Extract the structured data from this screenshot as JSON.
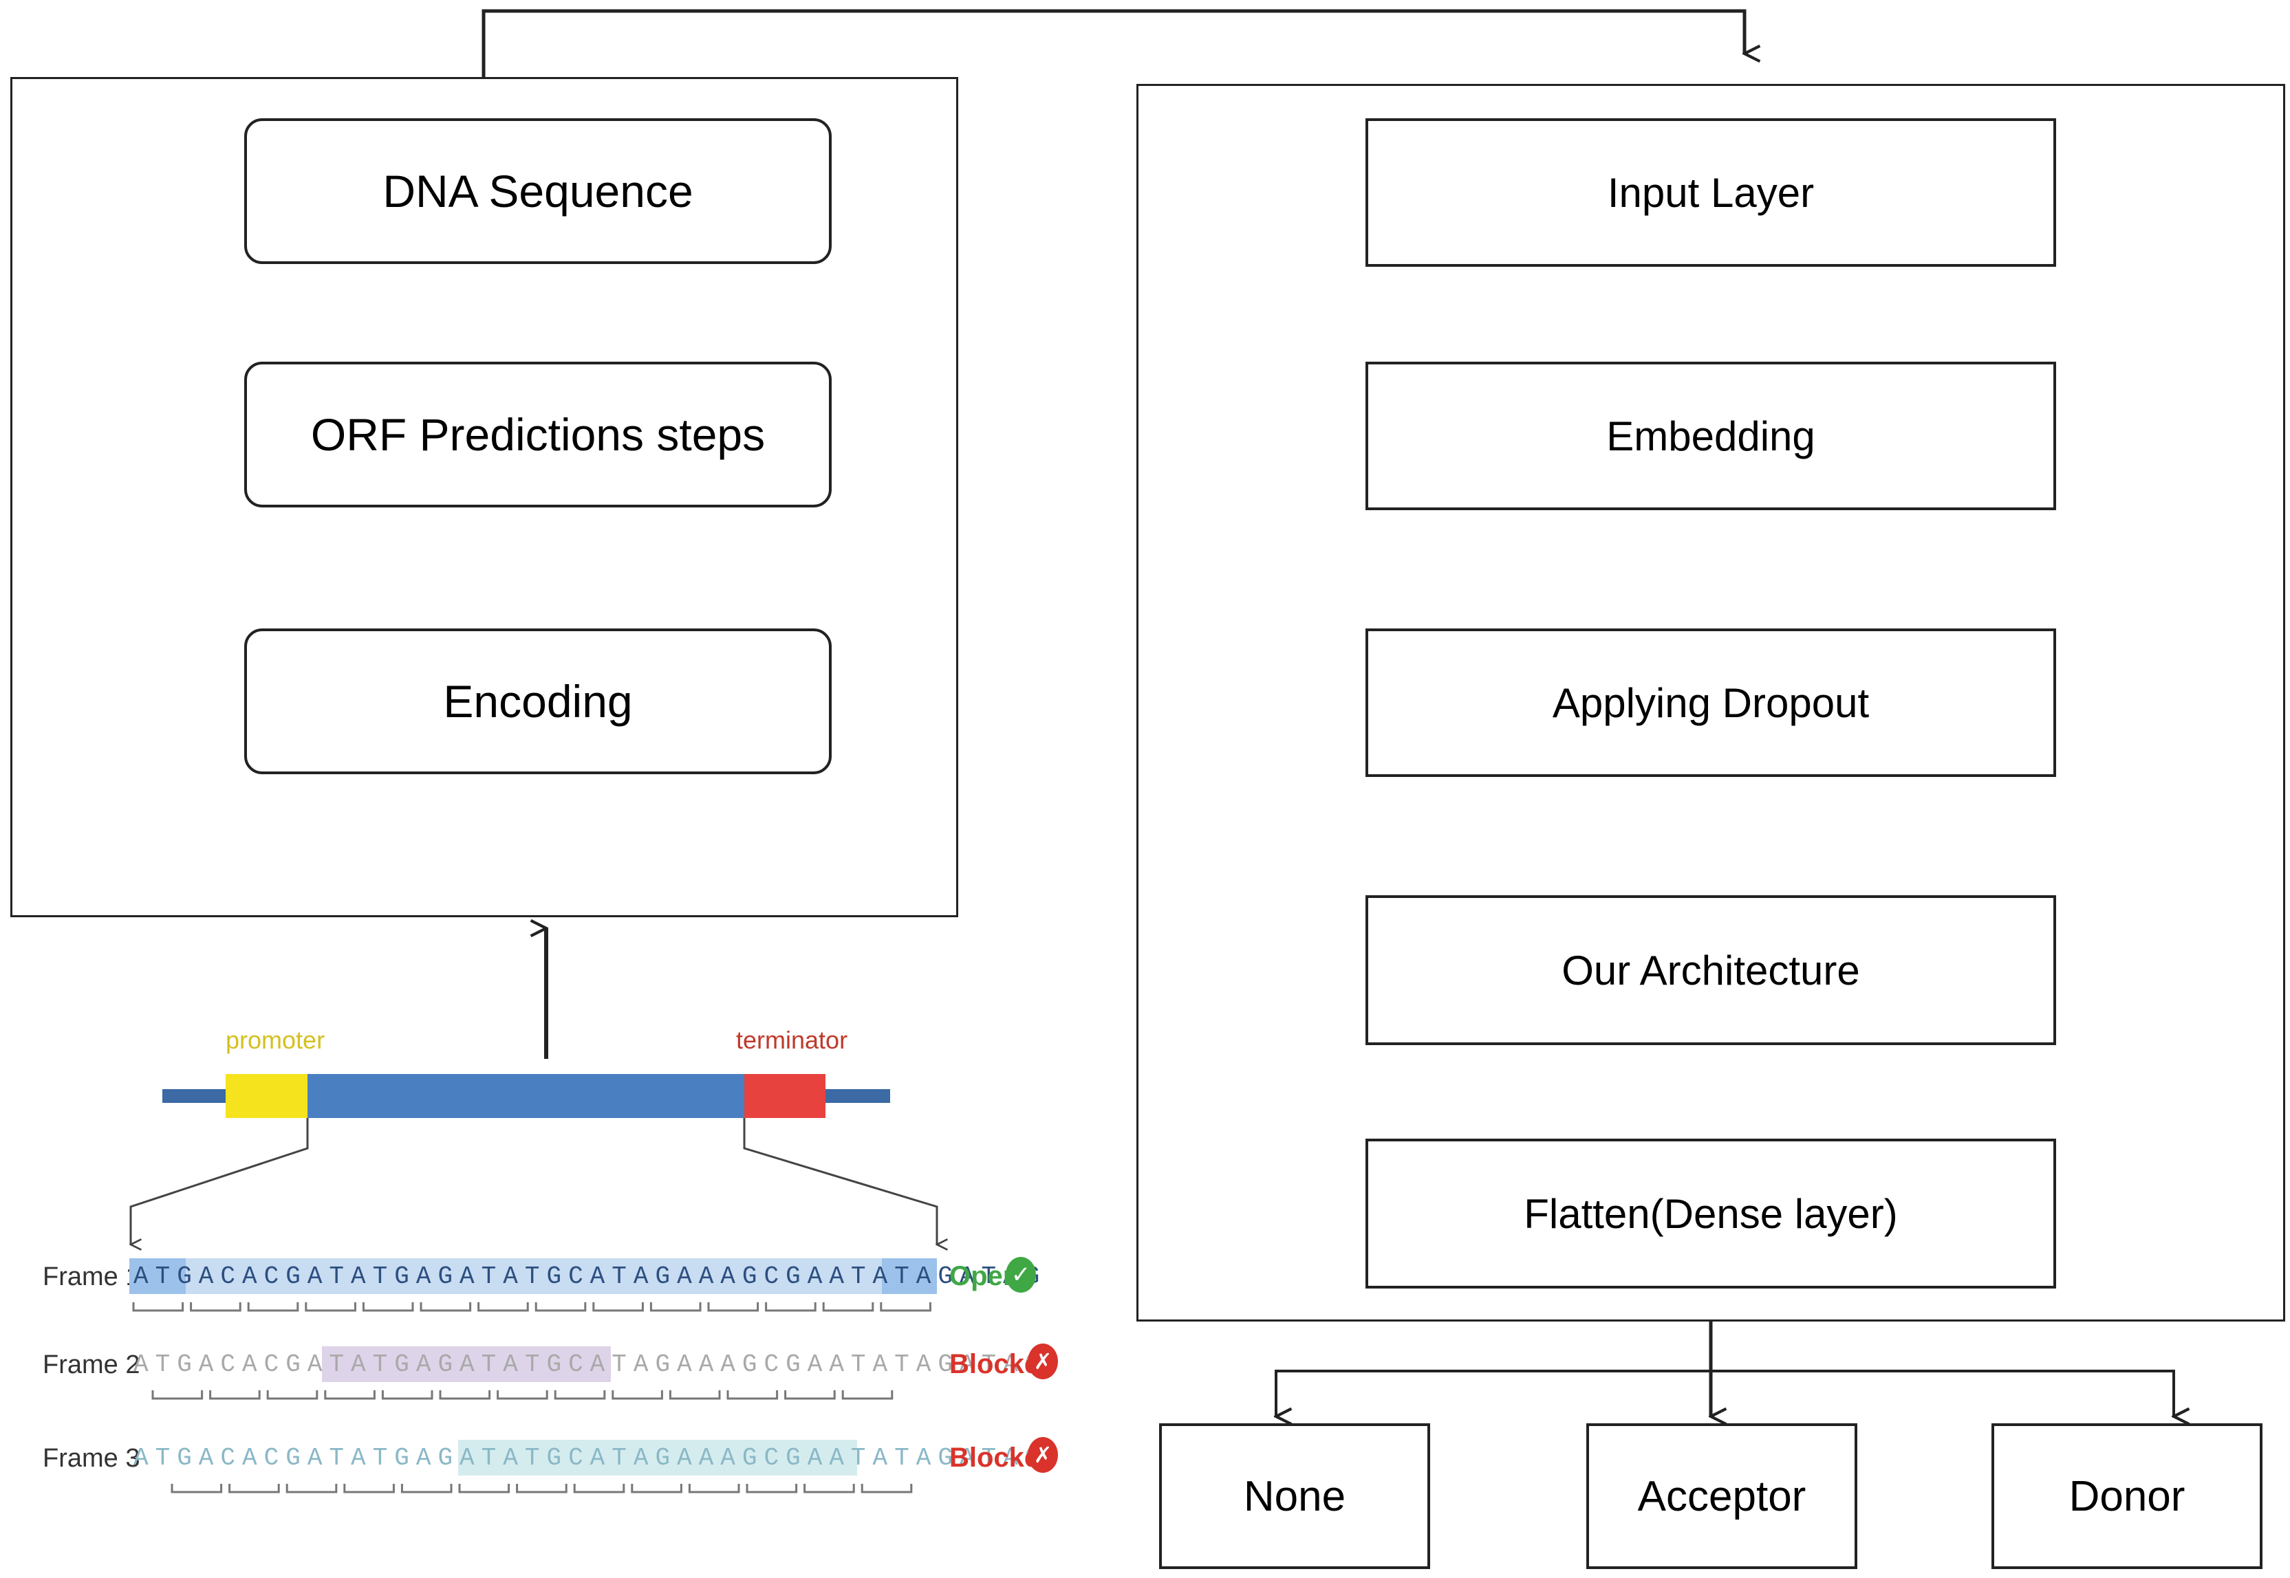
{
  "left_pipeline": {
    "steps": [
      "DNA Sequence",
      "ORF Predictions steps",
      "Encoding"
    ]
  },
  "right_pipeline": {
    "layers": [
      "Input Layer",
      "Embedding",
      "Applying Dropout",
      "Our Architecture",
      "Flatten(Dense layer)"
    ],
    "outputs": [
      "None",
      "Acceptor",
      "Donor"
    ]
  },
  "gene_illustration": {
    "promoter_label": "promoter",
    "terminator_label": "terminator",
    "colors": {
      "promoter": "#f5e31e",
      "gene": "#4a7fc1",
      "terminator": "#e8423f",
      "promoter_text": "#d4c020",
      "terminator_text": "#c0392b"
    },
    "frames": [
      {
        "label": "Frame 1",
        "sequence": "ATGACACGATATGAGATATGCATAGAAAGCGAATATAGATAG",
        "status": "Open",
        "status_color": "#3fa845",
        "status_icon": "check-icon"
      },
      {
        "label": "Frame 2",
        "sequence": "ATGACACGATATGAGATATGCATAGAAAGCGAATATAGATAG",
        "status": "Blocked",
        "status_color": "#d9332b",
        "status_icon": "cross-icon"
      },
      {
        "label": "Frame 3",
        "sequence": "ATGACACGATATGAGATATGCATAGAAAGCGAATATAGATAG",
        "status": "Blocked",
        "status_color": "#d9332b",
        "status_icon": "cross-icon"
      }
    ]
  }
}
